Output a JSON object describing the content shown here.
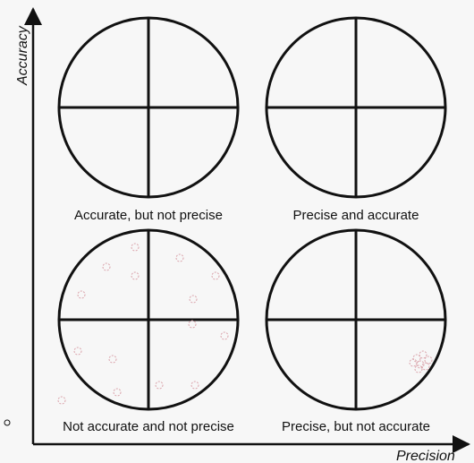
{
  "axes": {
    "x_label": "Precision",
    "y_label": "Accuracy"
  },
  "colors": {
    "ink": "#111111",
    "shot": "#d9a0a8",
    "background": "#f7f7f7"
  },
  "targets": [
    {
      "id": "top-left",
      "caption": "Accurate, but not precise"
    },
    {
      "id": "top-right",
      "caption": "Precise and accurate"
    },
    {
      "id": "bottom-left",
      "caption": "Not accurate and not precise"
    },
    {
      "id": "bottom-right",
      "caption": "Precise, but not accurate"
    }
  ]
}
